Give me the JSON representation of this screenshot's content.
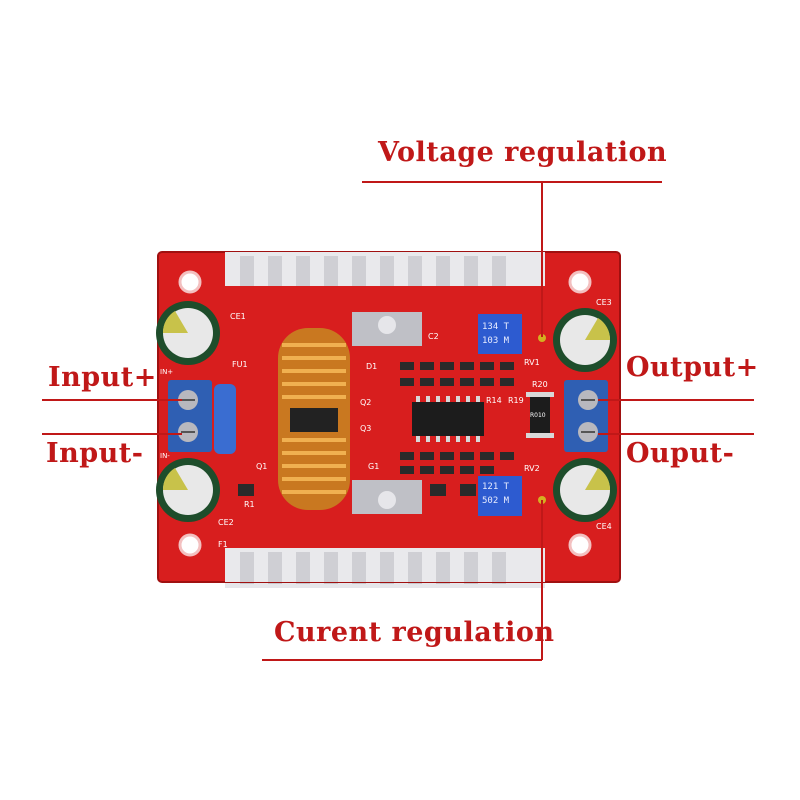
{
  "labels": {
    "voltage_regulation": "Voltage regulation",
    "input_plus": "Input+",
    "input_minus": "Input-",
    "output_plus": "Output+",
    "output_minus": "Ouput-",
    "current_regulation": "Curent regulation"
  },
  "board_markings": {
    "ce1": "CE1",
    "ce2": "CE2",
    "ce3": "CE3",
    "ce4": "CE4",
    "fu1": "FU1",
    "in_plus": "IN+",
    "in_minus": "IN-",
    "q1": "Q1",
    "q2": "Q2",
    "q3": "Q3",
    "g1": "G1",
    "r1": "R1",
    "f1": "F1",
    "c2": "C2",
    "d1": "D1",
    "rv1": "RV1",
    "rv2": "RV2",
    "r19": "R19",
    "r20": "R20",
    "r14": "R14",
    "r010": "R010",
    "pot_top_code": "134 T",
    "pot_top_value": "103 M",
    "pot_bottom_code": "121 T",
    "pot_bottom_value": "502 M"
  },
  "colors": {
    "annotation": "#c01818",
    "pcb": "#d81e1e",
    "heatsink": "#e9e9ec",
    "terminal": "#2f5fb3",
    "coil_copper": "#d98a2a",
    "capacitor_sleeve": "#1e4d2b"
  }
}
